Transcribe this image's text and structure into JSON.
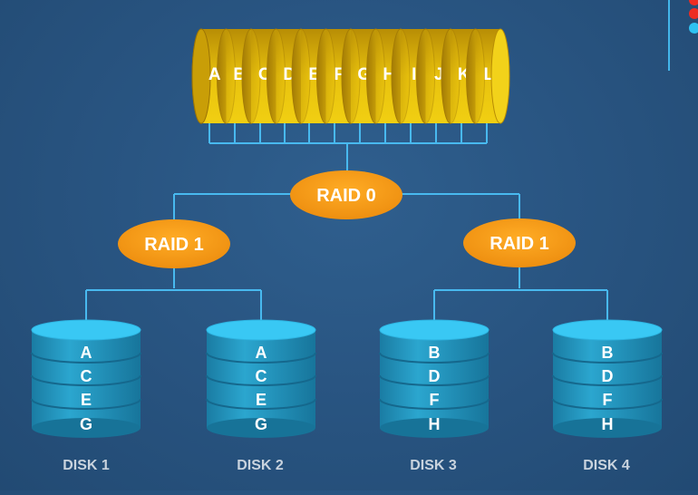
{
  "colors": {
    "background": "#295582",
    "connector": "#48b9ef",
    "raid_oval": "#f39a18",
    "stripe_gold": "#e3b90a",
    "disk_blue": "#1f8db4",
    "disk_top": "#39c8f4",
    "accent_red": "#ee2b22",
    "accent_cyan": "#2fc2f2"
  },
  "stripe": {
    "letters": [
      "A",
      "B",
      "C",
      "D",
      "E",
      "F",
      "G",
      "H",
      "I",
      "J",
      "K",
      "L"
    ]
  },
  "raid0": {
    "label": "RAID 0"
  },
  "raid1_left": {
    "label": "RAID 1"
  },
  "raid1_right": {
    "label": "RAID 1"
  },
  "disks": [
    {
      "name": "DISK 1",
      "letters": [
        "A",
        "C",
        "E",
        "G"
      ]
    },
    {
      "name": "DISK 2",
      "letters": [
        "A",
        "C",
        "E",
        "G"
      ]
    },
    {
      "name": "DISK 3",
      "letters": [
        "B",
        "D",
        "F",
        "H"
      ]
    },
    {
      "name": "DISK 4",
      "letters": [
        "B",
        "D",
        "F",
        "H"
      ]
    }
  ]
}
